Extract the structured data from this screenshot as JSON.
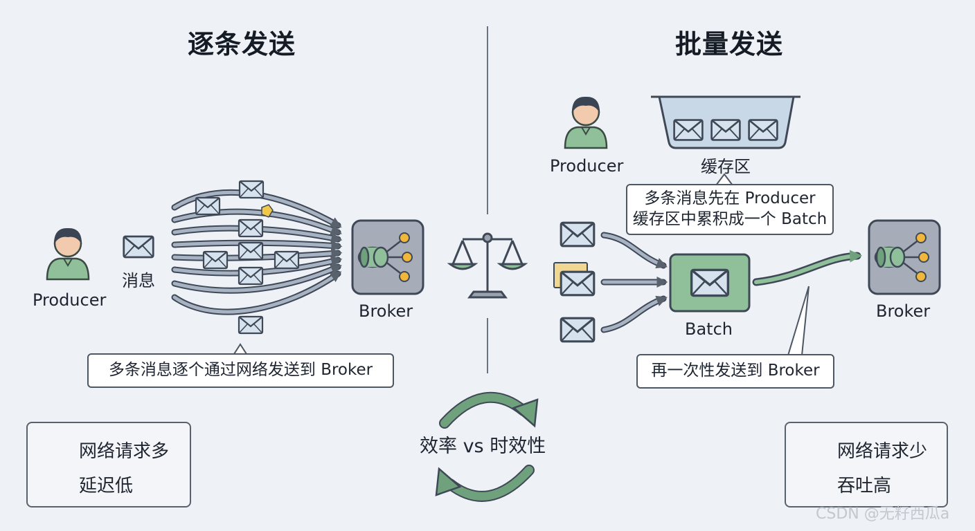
{
  "left": {
    "title": "逐条发送",
    "producer_label": "Producer",
    "message_label": "消息",
    "broker_label": "Broker",
    "callout": "多条消息逐个通过网络发送到 Broker",
    "legend": [
      {
        "icon": "globe-icon",
        "text": "网络请求多"
      },
      {
        "icon": "envelope-icon",
        "text": "延迟低"
      }
    ]
  },
  "right": {
    "title": "批量发送",
    "producer_label": "Producer",
    "buffer_label": "缓存区",
    "callout_top": [
      "多条消息先在 Producer",
      "缓存区中累积成一个 Batch"
    ],
    "batch_label": "Batch",
    "broker_label": "Broker",
    "callout_bottom": "再一次性发送到 Broker",
    "legend": [
      {
        "icon": "arrow-right-icon",
        "text": "网络请求少"
      },
      {
        "icon": "bar-chart-icon",
        "text": "吞吐高"
      }
    ]
  },
  "center": {
    "tradeoff_label": "效率 vs 时效性"
  },
  "watermark": "CSDN @无籽西瓜a",
  "colors": {
    "green": "#8fc09a",
    "green_dark": "#4e8a5e",
    "slate": "#5c6573",
    "broker_bg": "#a7adb8",
    "envelope_bg": "#d6e2ee",
    "background": "#eef1f5"
  }
}
